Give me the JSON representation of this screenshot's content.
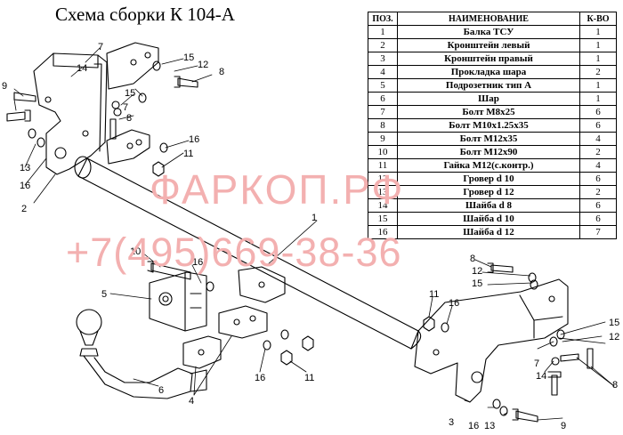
{
  "title": "Схема сборки К 104-А",
  "table": {
    "headers": {
      "pos": "ПОЗ.",
      "name": "НАИМЕНОВАНИЕ",
      "qty": "К-ВО"
    },
    "rows": [
      {
        "pos": "1",
        "name": "Балка ТСУ",
        "qty": "1"
      },
      {
        "pos": "2",
        "name": "Кронштейн левый",
        "qty": "1"
      },
      {
        "pos": "3",
        "name": "Кронштейн правый",
        "qty": "1"
      },
      {
        "pos": "4",
        "name": "Прокладка шара",
        "qty": "2"
      },
      {
        "pos": "5",
        "name": "Подрозетник тип А",
        "qty": "1"
      },
      {
        "pos": "6",
        "name": "Шар",
        "qty": "1"
      },
      {
        "pos": "7",
        "name": "Болт М8х25",
        "qty": "6"
      },
      {
        "pos": "8",
        "name": "Болт М10х1.25х35",
        "qty": "6"
      },
      {
        "pos": "9",
        "name": "Болт М12х35",
        "qty": "4"
      },
      {
        "pos": "10",
        "name": "Болт М12х90",
        "qty": "2"
      },
      {
        "pos": "11",
        "name": "Гайка М12(с.контр.)",
        "qty": "4"
      },
      {
        "pos": "12",
        "name": "Гровер d 10",
        "qty": "6"
      },
      {
        "pos": "13",
        "name": "Гровер d 12",
        "qty": "2"
      },
      {
        "pos": "14",
        "name": "Шайба d 8",
        "qty": "6"
      },
      {
        "pos": "15",
        "name": "Шайба d 10",
        "qty": "6"
      },
      {
        "pos": "16",
        "name": "Шайба d 12",
        "qty": "7"
      }
    ]
  },
  "watermark": {
    "brand": "ФАРКОП.РФ",
    "phone": "+7(495)669-38-36",
    "site": "фаркоп.рф"
  },
  "callouts": {
    "c1": "1",
    "c2": "2",
    "c3": "3",
    "c4": "4",
    "c5": "5",
    "c6": "6",
    "c7a": "7",
    "c7b": "7",
    "c8a": "8",
    "c8b": "8",
    "c8c": "8",
    "c8d": "8",
    "c9a": "9",
    "c9b": "9",
    "c10": "10",
    "c11a": "11",
    "c11b": "11",
    "c11c": "11",
    "c12a": "12",
    "c12b": "12",
    "c12c": "12",
    "c13a": "13",
    "c13b": "13",
    "c14a": "14",
    "c14b": "14",
    "c15a": "15",
    "c15b": "15",
    "c15c": "15",
    "c15d": "15",
    "c16a": "16",
    "c16b": "16",
    "c16c": "16",
    "c16d": "16",
    "c16e": "16",
    "c16f": "16"
  }
}
